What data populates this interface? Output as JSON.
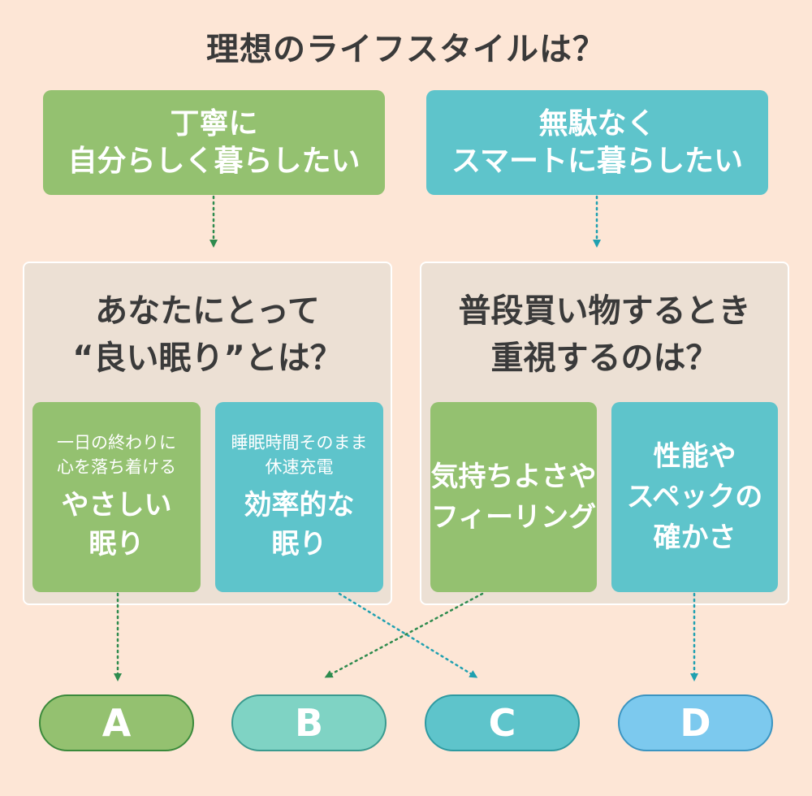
{
  "title": "理想のライフスタイルは？",
  "top_left": {
    "line1": "丁寧に",
    "line2": "自分らしく暮らしたい"
  },
  "top_right": {
    "line1": "無駄なく",
    "line2": "スマートに暮らしたい"
  },
  "question_left": {
    "line1": "あなたにとって",
    "line2": "“良い眠り”とは？"
  },
  "question_right": {
    "line1": "普段買い物するとき",
    "line2": "重視するのは？"
  },
  "option_a": {
    "sub1": "一日の終わりに",
    "sub2": "心を落ち着ける",
    "main1": "やさしい",
    "main2": "眠り"
  },
  "option_b": {
    "sub1": "睡眠時間そのまま",
    "sub2": "休速充電",
    "main1": "効率的な",
    "main2": "眠り"
  },
  "option_c": {
    "line1": "気持ちよさや",
    "line2": "フィーリング"
  },
  "option_d": {
    "line1": "性能や",
    "line2": "スペックの",
    "line3": "確かさ"
  },
  "results": {
    "a": "A",
    "b": "B",
    "c": "C",
    "d": "D"
  },
  "colors": {
    "background": "#fde6d6",
    "green": "#94c170",
    "teal": "#5ec4cb",
    "mint": "#7fd3c4",
    "sky": "#7cc9ee",
    "panel": "#ece0d4",
    "arrow_green": "#2e8b4e",
    "arrow_teal": "#1fa0b0"
  }
}
